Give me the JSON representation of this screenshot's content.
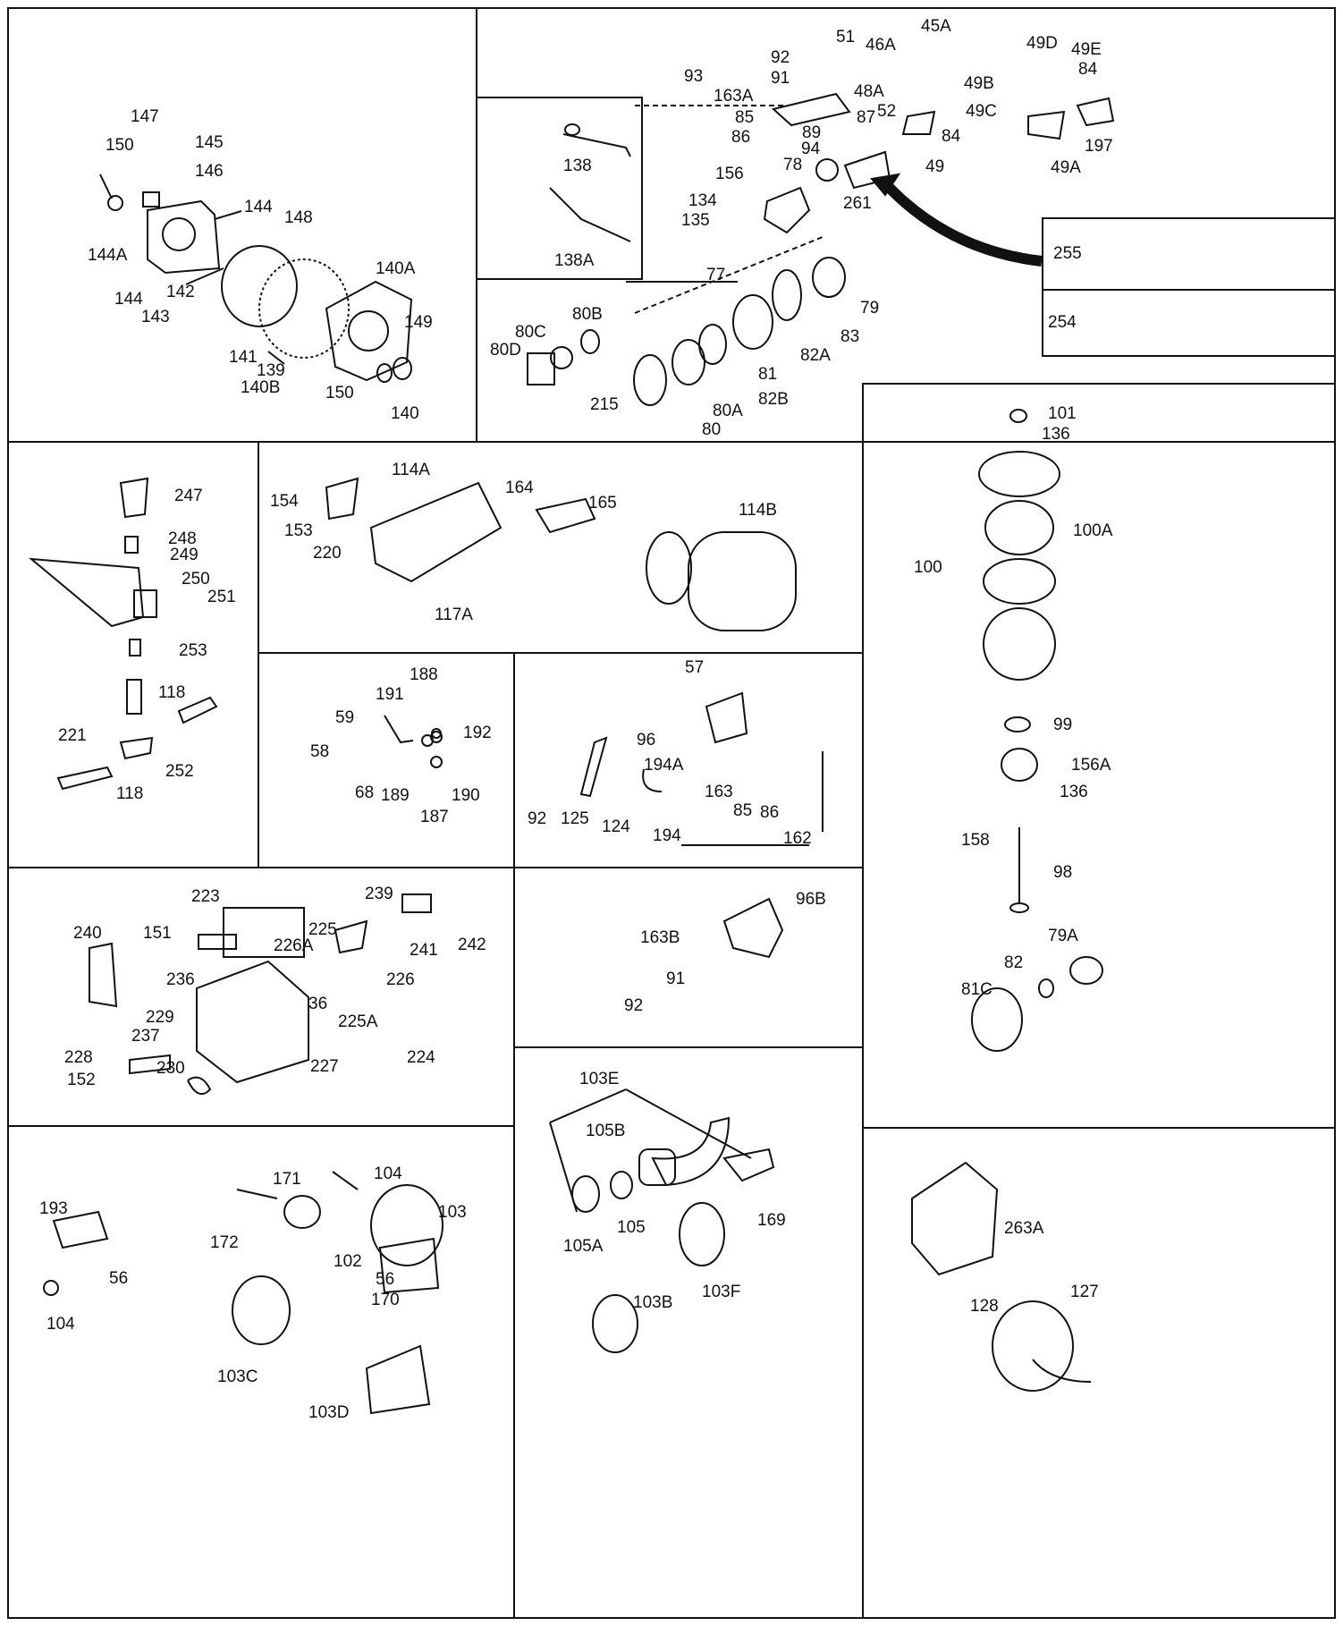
{
  "labels": {
    "p145": "145",
    "p147": "147",
    "p150a": "150",
    "p146": "146",
    "p144a": "144",
    "p148": "148",
    "p144A": "144A",
    "p140A": "140A",
    "p144b": "144",
    "p142": "142",
    "p143": "143",
    "p149": "149",
    "p141": "141",
    "p139": "139",
    "p140B": "140B",
    "p150b": "150",
    "p140": "140",
    "p51": "51",
    "p92a": "92",
    "p45A": "45A",
    "p46A": "46A",
    "p49D": "49D",
    "p49E": "49E",
    "p93": "93",
    "p91a": "91",
    "p84a": "84",
    "p48A": "48A",
    "p49B": "49B",
    "p163A": "163A",
    "p52": "52",
    "p49C": "49C",
    "p85a": "85",
    "p87": "87",
    "p84b": "84",
    "p89": "89",
    "p86a": "86",
    "p197": "197",
    "p94": "94",
    "p138": "138",
    "p49": "49",
    "p49A": "49A",
    "p78": "78",
    "p156": "156",
    "p261": "261",
    "p134": "134",
    "p135": "135",
    "p138A": "138A",
    "p255": "255",
    "p77": "77",
    "p79": "79",
    "p80B": "80B",
    "p80C": "80C",
    "p80D": "80D",
    "p254": "254",
    "p82A": "82A",
    "p83": "83",
    "p81": "81",
    "p80A": "80A",
    "p82B": "82B",
    "p215": "215",
    "p80": "80",
    "p101": "101",
    "p136a": "136",
    "p100A": "100A",
    "p100": "100",
    "p99": "99",
    "p156A": "156A",
    "p136b": "136",
    "p158": "158",
    "p98": "98",
    "p79A": "79A",
    "p82": "82",
    "p81C": "81C",
    "p247": "247",
    "p248": "248",
    "p249": "249",
    "p250": "250",
    "p251": "251",
    "p253": "253",
    "p118a": "118",
    "p221": "221",
    "p252": "252",
    "p118b": "118",
    "p114A": "114A",
    "p154": "154",
    "p164": "164",
    "p165": "165",
    "p114B": "114B",
    "p153": "153",
    "p220": "220",
    "p117A": "117A",
    "p188": "188",
    "p191": "191",
    "p59": "59",
    "p192": "192",
    "p58": "58",
    "p68": "68",
    "p189": "189",
    "p187": "187",
    "p190": "190",
    "p57": "57",
    "p96a": "96",
    "p194A": "194A",
    "p163": "163",
    "p92b": "92",
    "p125": "125",
    "p124": "124",
    "p85b": "85",
    "p86b": "86",
    "p194": "194",
    "p162": "162",
    "p223": "223",
    "p239": "239",
    "p240": "240",
    "p151": "151",
    "p225": "225",
    "p226A": "226A",
    "p241": "241",
    "p242": "242",
    "p226": "226",
    "p236": "236",
    "p36": "36",
    "p225A": "225A",
    "p229": "229",
    "p237": "237",
    "p228": "228",
    "p224": "224",
    "p230": "230",
    "p152": "152",
    "p227": "227",
    "p96B": "96B",
    "p163B": "163B",
    "p91b": "91",
    "p92c": "92",
    "p103E": "103E",
    "p105B": "105B",
    "p105A": "105A",
    "p105": "105",
    "p169": "169",
    "p103F": "103F",
    "p103B": "103B",
    "p171": "171",
    "p104a": "104",
    "p193": "193",
    "p103": "103",
    "p172": "172",
    "p102": "102",
    "p56a": "56",
    "p56b": "56",
    "p170": "170",
    "p104b": "104",
    "p103C": "103C",
    "p103D": "103D",
    "p263A": "263A",
    "p127": "127",
    "p128": "128"
  }
}
